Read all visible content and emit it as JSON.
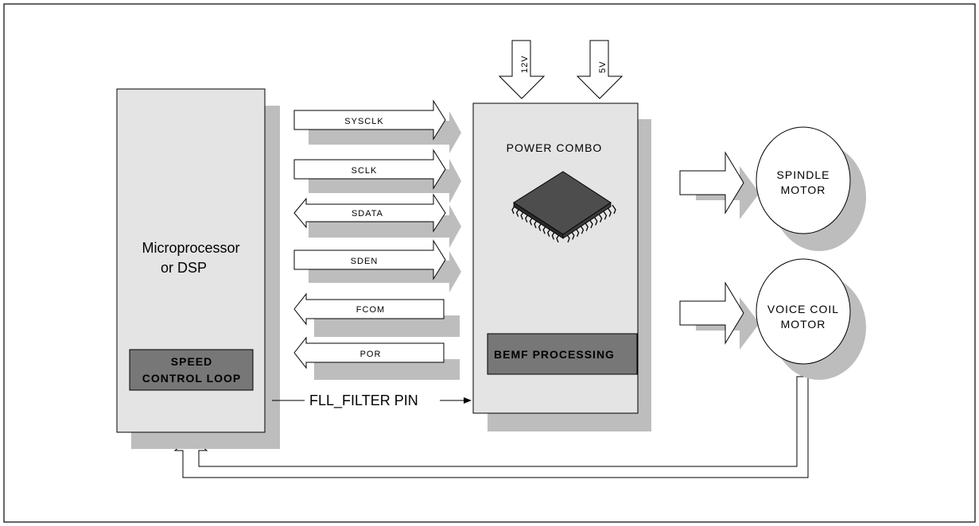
{
  "blocks": {
    "processor": {
      "line1": "Microprocessor",
      "line2": "or DSP"
    },
    "speed_loop": {
      "line1": "SPEED",
      "line2": "CONTROL LOOP"
    },
    "power_combo": {
      "title": "POWER COMBO"
    },
    "bemf": {
      "label": "BEMF PROCESSING"
    },
    "spindle": {
      "line1": "SPINDLE",
      "line2": "MOTOR"
    },
    "voice_coil": {
      "line1": "VOICE COIL",
      "line2": "MOTOR"
    }
  },
  "supplies": [
    {
      "label": "12V"
    },
    {
      "label": "5V"
    }
  ],
  "signals": [
    {
      "label": "SYSCLK",
      "direction": "right"
    },
    {
      "label": "SCLK",
      "direction": "right"
    },
    {
      "label": "SDATA",
      "direction": "both"
    },
    {
      "label": "SDEN",
      "direction": "right"
    },
    {
      "label": "FCOM",
      "direction": "left"
    },
    {
      "label": "POR",
      "direction": "left"
    }
  ],
  "fll_filter": {
    "label": "FLL_FILTER PIN"
  },
  "colors": {
    "block_fill": "#e4e4e4",
    "shadow": "#bdbdbd",
    "dark_box": "#777777",
    "chip": "#4d4d4d"
  }
}
